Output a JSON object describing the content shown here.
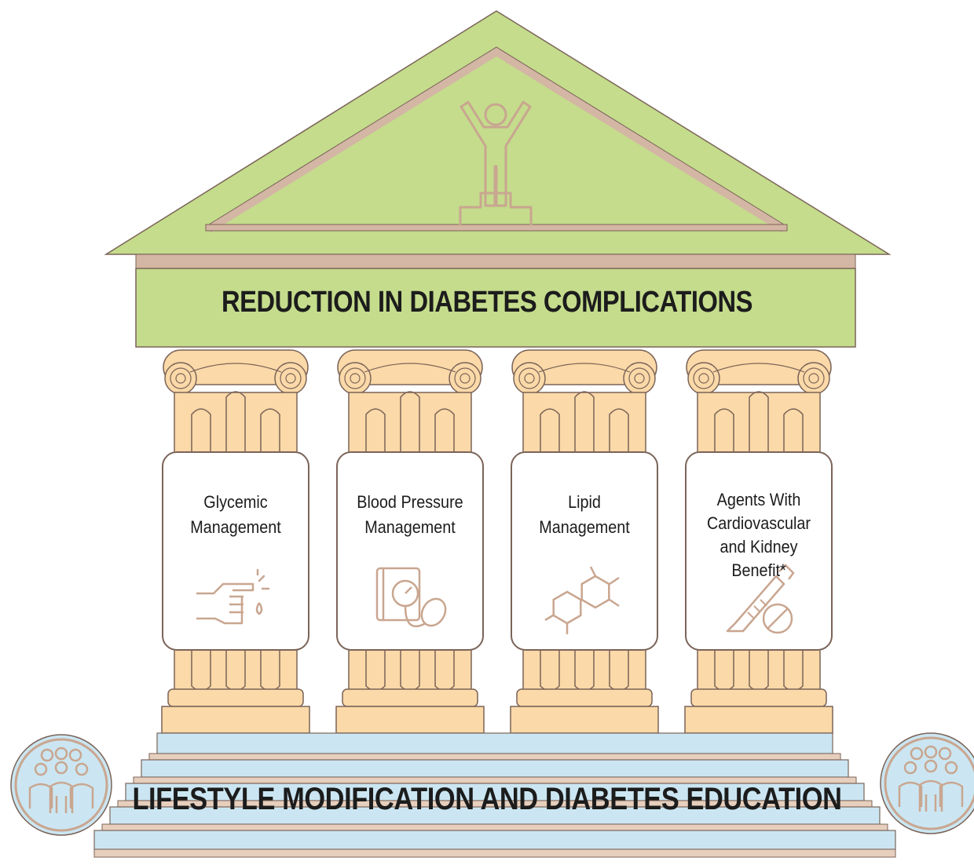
{
  "roof": {
    "title": "REDUCTION IN DIABETES COMPLICATIONS",
    "icon": "person-raised-arms-podium-icon"
  },
  "pillars": [
    {
      "lines": [
        "Glycemic",
        "Management"
      ],
      "icon": "finger-prick-blood-drop-icon"
    },
    {
      "lines": [
        "Blood Pressure",
        "Management"
      ],
      "icon": "blood-pressure-cuff-icon"
    },
    {
      "lines": [
        "Lipid",
        "Management"
      ],
      "icon": "molecule-icon"
    },
    {
      "lines": [
        "Agents With",
        "Cardiovascular",
        "and Kidney",
        "Benefit*"
      ],
      "icon": "pen-and-pill-icon"
    }
  ],
  "base": {
    "title": "LIFESTYLE MODIFICATION AND DIABETES EDUCATION",
    "icon": "group-of-people-icon"
  },
  "colors": {
    "roof_green": "#c4dc8c",
    "trim_tan": "#d4b6a4",
    "column_peach": "#fbd9a8",
    "outline_brown": "#7b6459",
    "icon_tan": "#c9a690",
    "step_blue": "#cbe6f2",
    "step_sand": "#e7cfbd"
  }
}
